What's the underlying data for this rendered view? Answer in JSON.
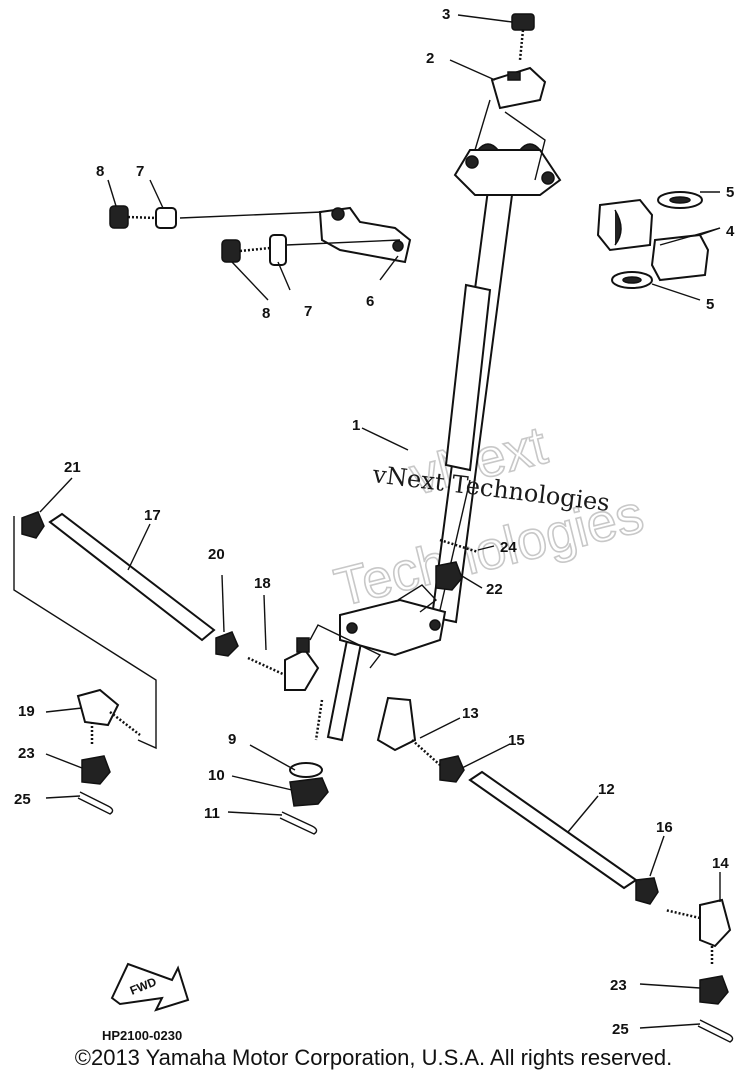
{
  "diagram": {
    "callouts": {
      "c1": "1",
      "c2": "2",
      "c3": "3",
      "c4": "4",
      "c5a": "5",
      "c5b": "5",
      "c6": "6",
      "c7a": "7",
      "c7b": "7",
      "c8a": "8",
      "c8b": "8",
      "c9": "9",
      "c10": "10",
      "c11": "11",
      "c12": "12",
      "c13": "13",
      "c14": "14",
      "c15": "15",
      "c16": "16",
      "c17": "17",
      "c18": "18",
      "c19": "19",
      "c20": "20",
      "c21": "21",
      "c22": "22",
      "c23a": "23",
      "c23b": "23",
      "c24": "24",
      "c25a": "25",
      "c25b": "25"
    },
    "fwd_label": "FWD",
    "ref_code": "HP2100-0230"
  },
  "watermark": {
    "big_line1": "vNext",
    "big_line2": "Technologies",
    "small": "vNext Technologies"
  },
  "copyright": "©2013 Yamaha Motor Corporation, U.S.A. All rights reserved."
}
